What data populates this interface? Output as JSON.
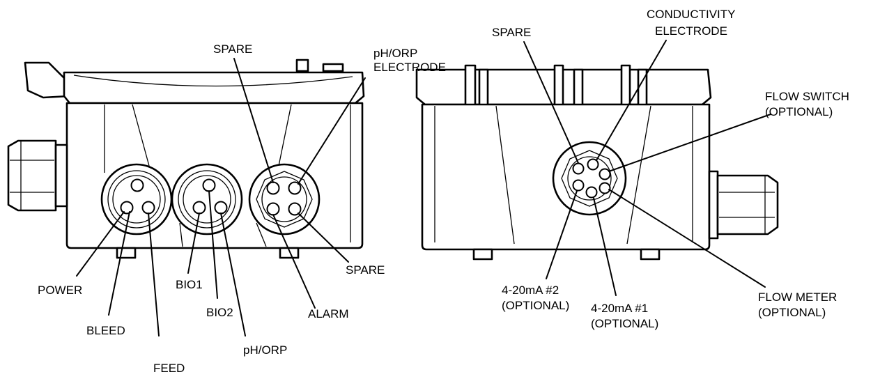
{
  "labels": {
    "left": {
      "spare_top": "SPARE",
      "electrode_1": "pH/ORP",
      "electrode_2": "ELECTRODE",
      "spare_right": "SPARE",
      "power": "POWER",
      "bleed": "BLEED",
      "feed": "FEED",
      "bio1": "BIO1",
      "bio2": "BIO2",
      "ph_orp": "pH/ORP",
      "alarm": "ALARM"
    },
    "right": {
      "spare": "SPARE",
      "conductivity_1": "CONDUCTIVITY",
      "conductivity_2": "ELECTRODE",
      "flow_switch_1": "FLOW SWITCH",
      "flow_switch_2": "(OPTIONAL)",
      "flow_meter_1": "FLOW METER",
      "flow_meter_2": "(OPTIONAL)",
      "ma2_1": "4-20mA #2",
      "ma2_2": "(OPTIONAL)",
      "ma1_1": "4-20mA #1",
      "ma1_2": "(OPTIONAL)"
    }
  }
}
